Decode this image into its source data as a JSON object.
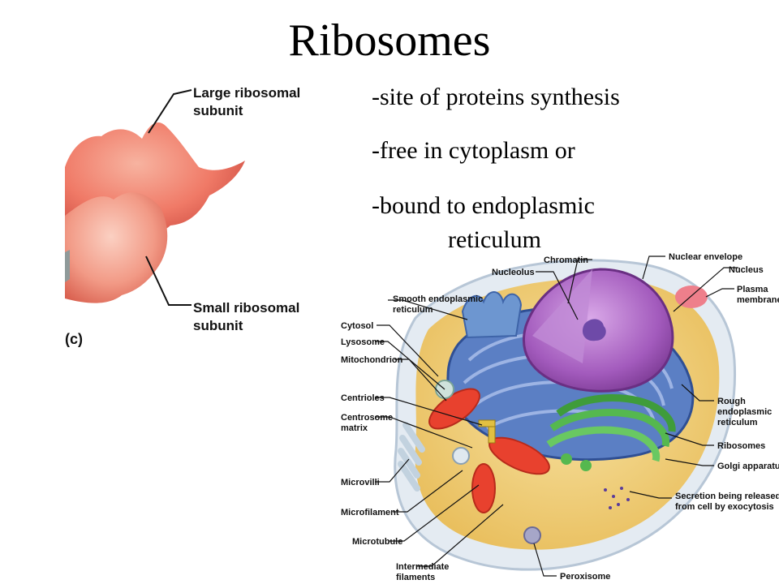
{
  "slide": {
    "title": "Ribosomes",
    "bullets": [
      "-site of proteins synthesis",
      "-free in cytoplasm or",
      "-bound to endoplasmic",
      "reticulum"
    ]
  },
  "ribosome_figure": {
    "labels": {
      "large_line1": "Large ribosomal",
      "large_line2": "subunit",
      "small_line1": "Small ribosomal",
      "small_line2": "subunit",
      "panel": "(c)"
    },
    "colors": {
      "large": "#f07a67",
      "small": "#f2a08c",
      "outline": "#d8564a"
    }
  },
  "cell_figure": {
    "labels": {
      "chromatin": "Chromatin",
      "nuclear_envelope": "Nuclear envelope",
      "nucleolus": "Nucleolus",
      "nucleus": "Nucleus",
      "smooth_er_1": "Smooth endoplasmic",
      "smooth_er_2": "reticulum",
      "plasma_1": "Plasma",
      "plasma_2": "membrane",
      "cytosol": "Cytosol",
      "lysosome": "Lysosome",
      "mitochondrion": "Mitochondrion",
      "centrioles": "Centrioles",
      "centrosome_1": "Centrosome",
      "centrosome_2": "matrix",
      "rough_er_1": "Rough",
      "rough_er_2": "endoplasmic",
      "rough_er_3": "reticulum",
      "ribosomes": "Ribosomes",
      "golgi": "Golgi apparatus",
      "microvilli": "Microvilli",
      "secretion_1": "Secretion being released",
      "secretion_2": "from cell by exocytosis",
      "microfilament": "Microfilament",
      "microtubule": "Microtubule",
      "intermediate_1": "Intermediate",
      "intermediate_2": "filaments",
      "peroxisome": "Peroxisome"
    },
    "colors": {
      "cytoplasm": "#f3d27a",
      "rough_er": "#5b7fc4",
      "nucleus": "#b070c8",
      "golgi": "#55b84f",
      "mitochondria": "#e8412e",
      "membrane": "#e6ecf3"
    }
  }
}
